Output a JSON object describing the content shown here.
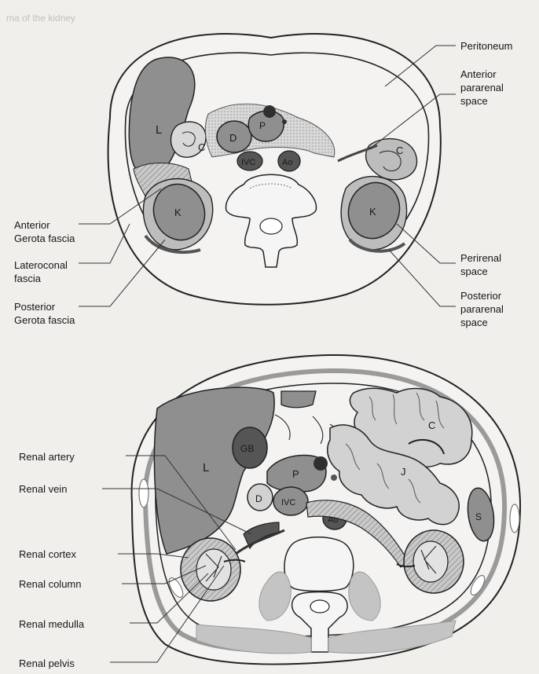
{
  "header_text": "ma of the kidney",
  "top_diagram": {
    "labels_right": {
      "peritoneum": "Peritoneum",
      "anterior_pararenal": "Anterior\npararenal\nspace",
      "perirenal": "Perirenal\nspace",
      "posterior_pararenal": "Posterior\npararenal\nspace"
    },
    "labels_left": {
      "anterior_gerota": "Anterior\nGerota fascia",
      "lateroconal": "Lateroconal\nfascia",
      "posterior_gerota": "Posterior\nGerota fascia"
    },
    "organs": {
      "liver": "L",
      "colon_left": "C",
      "duodenum": "D",
      "pancreas": "P",
      "ivc": "IVC",
      "aorta": "Ao",
      "colon_right": "C",
      "kidney_left": "K",
      "kidney_right": "K"
    }
  },
  "bottom_diagram": {
    "labels_left": {
      "renal_artery": "Renal artery",
      "renal_vein": "Renal vein",
      "renal_cortex": "Renal cortex",
      "renal_column": "Renal column",
      "renal_medulla": "Renal medulla",
      "renal_pelvis": "Renal pelvis"
    },
    "organs": {
      "liver": "L",
      "gallbladder": "GB",
      "pancreas": "P",
      "duodenum": "D",
      "ivc": "IVC",
      "aorta": "Ao",
      "colon": "C",
      "jejunum": "J",
      "spleen": "S"
    }
  },
  "colors": {
    "background": "#f1efec",
    "organ_fill": "#8f8f8f",
    "organ_light": "#d2d2d2",
    "fat": "#bdbdbd",
    "dark": "#3a3a3a",
    "line": "#2a2a2a"
  }
}
